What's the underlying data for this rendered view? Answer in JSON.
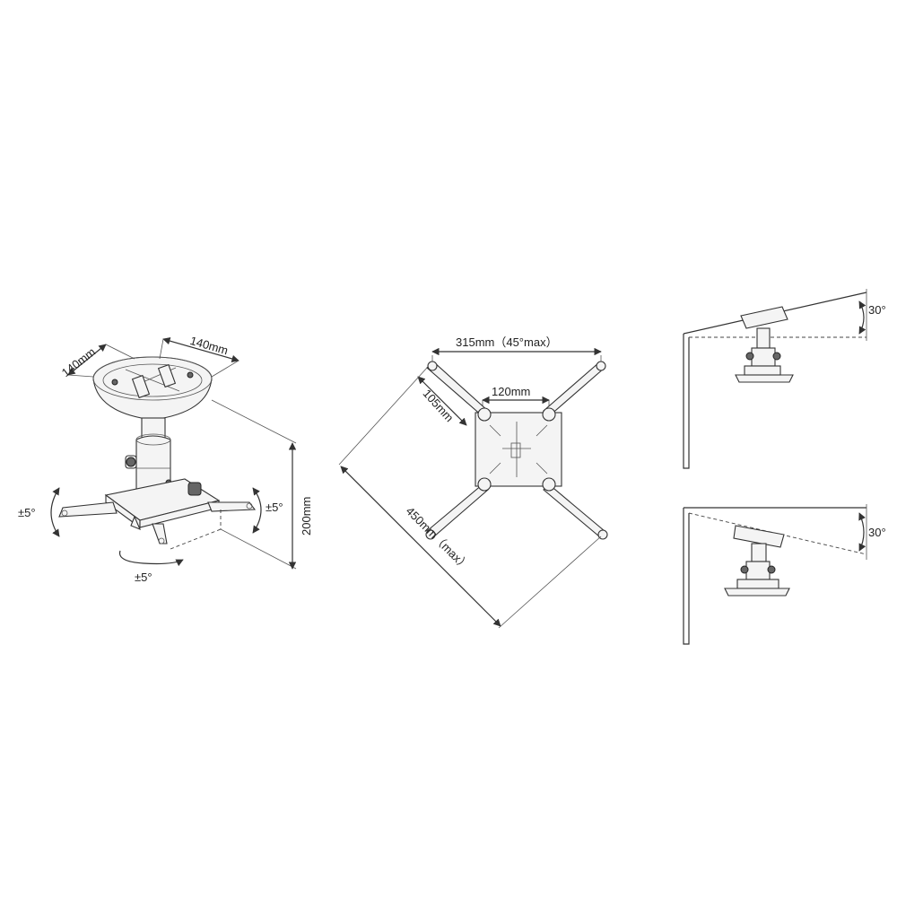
{
  "mount_view": {
    "dim_plate_width": "140mm",
    "dim_plate_depth": "140mm",
    "dim_height": "200mm",
    "tilt_left": "±5°",
    "tilt_right": "±5°",
    "swivel_bottom": "±5°"
  },
  "bracket_view": {
    "dim_span": "315mm（45°max）",
    "dim_center": "120mm",
    "dim_arm": "105mm",
    "dim_diagonal": "450mm（max）"
  },
  "angle_views": {
    "top_angle": "30°",
    "bottom_angle": "30°"
  }
}
